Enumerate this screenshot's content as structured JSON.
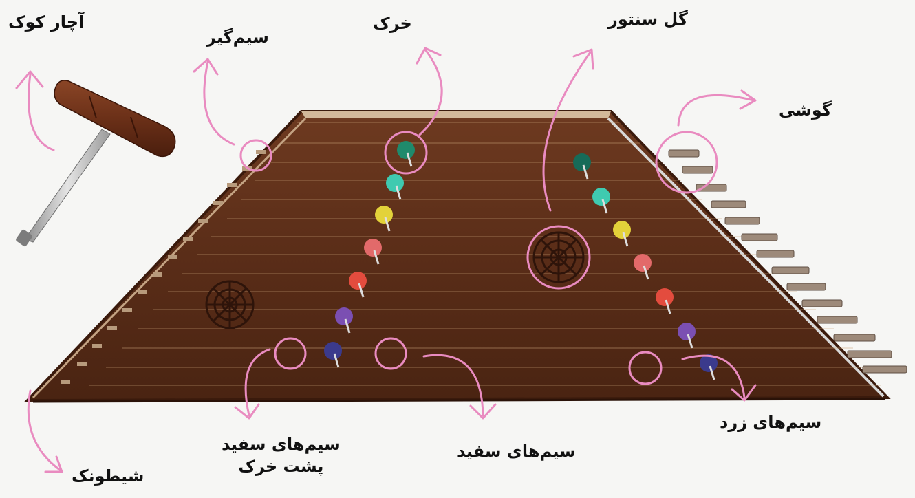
{
  "labels": {
    "tuning_hammer": "آچار کوک",
    "string_holder": "سیم‌گیر",
    "bridge": "خرک",
    "rosette": "گل سنتور",
    "tuning_pins": "گوشی",
    "yellow_strings": "سیم‌های زرد",
    "white_strings": "سیم‌های سفید",
    "white_strings_behind_bridge_1": "سیم‌های سفید",
    "white_strings_behind_bridge_2": "پشت خرک",
    "edge_strip": "شیطونک"
  },
  "colors": {
    "annotation": "#e98bc0",
    "wood": "#5a2d18",
    "wood_edge": "#3a1a0c",
    "background": "#f6f6f4"
  }
}
